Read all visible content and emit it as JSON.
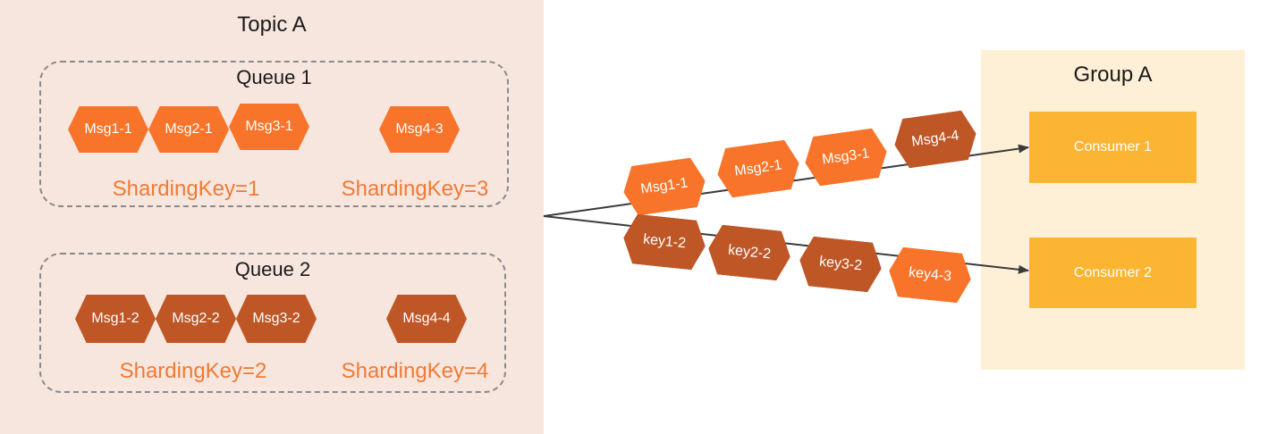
{
  "topic": {
    "title": "Topic A",
    "queues": [
      {
        "title": "Queue 1",
        "messages": [
          "Msg1-1",
          "Msg2-1",
          "Msg3-1",
          "Msg4-3"
        ],
        "sharding_keys": [
          "ShardingKey=1",
          "ShardingKey=3"
        ]
      },
      {
        "title": "Queue 2",
        "messages": [
          "Msg1-2",
          "Msg2-2",
          "Msg3-2",
          "Msg4-4"
        ],
        "sharding_keys": [
          "ShardingKey=2",
          "ShardingKey=4"
        ]
      }
    ]
  },
  "flows": {
    "to_consumer_1": [
      "Msg1-1",
      "Msg2-1",
      "Msg3-1",
      "Msg4-4"
    ],
    "to_consumer_2": [
      "key1-2",
      "key2-2",
      "key3-2",
      "key4-3"
    ]
  },
  "group": {
    "title": "Group A",
    "consumers": [
      "Consumer 1",
      "Consumer 2"
    ]
  },
  "colors": {
    "topic_bg": "#f7e6de",
    "group_bg": "#fdf0d6",
    "hex_light": "#f7742a",
    "hex_dark": "#bf5626",
    "consumer": "#fbb533",
    "sharding_key_text": "#f07a34",
    "arrow": "#3a3a3a"
  }
}
